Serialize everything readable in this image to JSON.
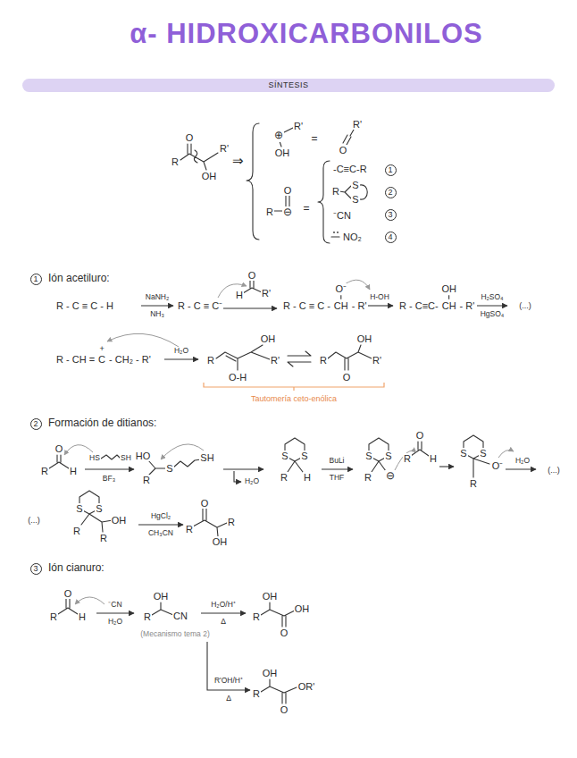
{
  "diagram": {
    "title": "α- HIDROXICARBONILOS",
    "nodes": [
      {
        "text": [
          "SÍNTESIS"
        ]
      }
    ],
    "labels": [
      "O",
      "R",
      "R'",
      "OH",
      "⇒",
      "⊕",
      "R'",
      "OH",
      "=",
      "R'",
      "O",
      "O",
      "R",
      "⊖",
      "=",
      "-C≡C-R",
      "1",
      "R",
      "S",
      "S",
      "2",
      "⁻CN",
      "3",
      "NO₂",
      "4",
      "1",
      "Ión acetiluro:",
      "R - C ≡ C - H",
      "NaNH₂",
      "NH₃",
      "R - C ≡ C⁻",
      "H",
      "O",
      "R'",
      "R - C ≡ C -",
      "CH",
      "- R'",
      "O⁻",
      "H-OH",
      "R - C≡C-",
      "CH",
      "- R'",
      "OH",
      "H₂SO₄",
      "HgSO₄",
      "(...)",
      "R - CH =",
      "C",
      "- CH₂ - R'",
      "+",
      "H₂O",
      "R",
      "OH",
      "O-H",
      "R'",
      "R",
      "O",
      "OH",
      "R'",
      "Tautomería ceto-enólica",
      "2",
      "Formación de ditianos:",
      "O",
      "R",
      "H",
      "HS",
      "SH",
      "BF₃",
      "HO",
      "R",
      "S",
      "SH",
      "H₂O",
      "S",
      "S",
      "R",
      "H",
      "BuLi",
      "THF",
      "S",
      "S",
      "R",
      "⊖",
      "O",
      "R",
      "H",
      "S",
      "S",
      "O⁻",
      "R",
      "H₂O",
      "(...)",
      "(...)",
      "S",
      "S",
      "R",
      "OH",
      "R",
      "HgCl₂",
      "CH₃CN",
      "O",
      "R",
      "R",
      "OH",
      "3",
      "Ión cianuro:",
      "O",
      "R",
      "H",
      "⁻CN",
      "H₂O",
      "OH",
      "R",
      "CN",
      "(Mecanismo tema 2)",
      "H₂O/H⁺",
      "Δ",
      "OH",
      "R",
      "O",
      "OH",
      "R'OH/H⁺",
      "Δ",
      "OH",
      "R",
      "O",
      "OR'"
    ]
  }
}
